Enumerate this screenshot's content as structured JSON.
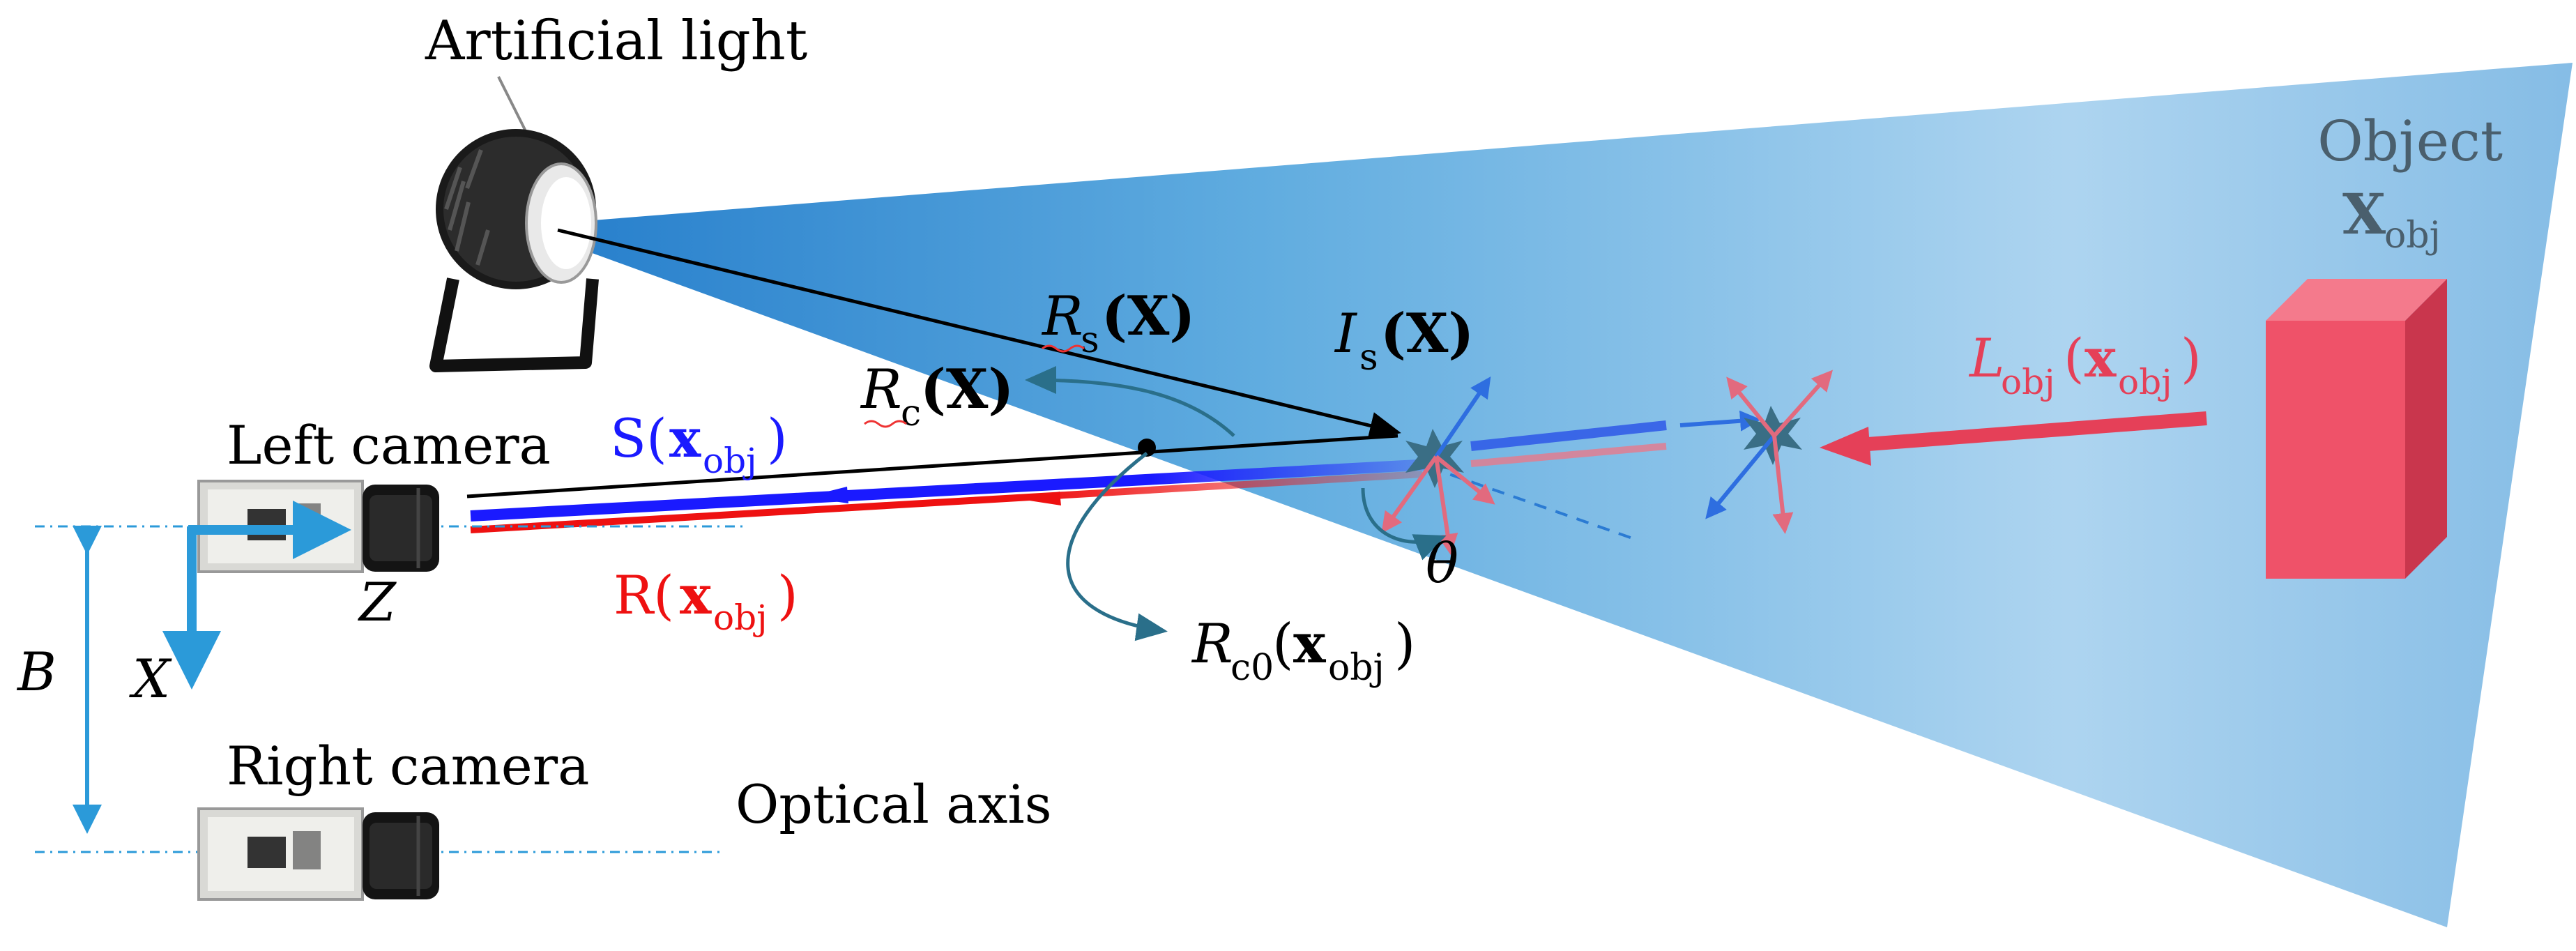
{
  "labels": {
    "artificial_light": "Artificial light",
    "object_title": "Object",
    "object_symbol": "X",
    "object_symbol_sub": "obj",
    "left_camera": "Left camera",
    "right_camera": "Right camera",
    "optical_axis": "Optical axis",
    "baseline": "B",
    "axis_x": "X",
    "axis_z": "Z",
    "theta": "θ",
    "rs_main": "R",
    "rs_sub": "s",
    "rs_arg": "(X)",
    "rc_main": "R",
    "rc_sub": "c",
    "rc_arg": "(X)",
    "is_main": "I",
    "is_sub": "s",
    "is_arg": "(X)",
    "signal_main": "S(",
    "signal_x": "x",
    "signal_sub": "obj",
    "signal_close": ")",
    "r_main": "R(",
    "r_x": "x",
    "r_sub": "obj",
    "r_close": ")",
    "rc0_main": "R",
    "rc0_sub": "c0",
    "rc0_open": "(",
    "rc0_x": "x",
    "rc0_xsub": "obj",
    "rc0_close": ")",
    "lobj_main": "L",
    "lobj_sub": "obj",
    "lobj_open": "(",
    "lobj_x": "x",
    "lobj_xsub": "obj",
    "lobj_close": ")"
  },
  "colors": {
    "signal_blue": "#1a1aff",
    "reflect_red": "#ee1111",
    "object_red": "#f0506a",
    "axis_blue": "#2b9ad9",
    "dark_teal": "#2a6f8a",
    "beam_blue": "#3a8fd3",
    "object_label_gray": "#4a5f6d"
  }
}
